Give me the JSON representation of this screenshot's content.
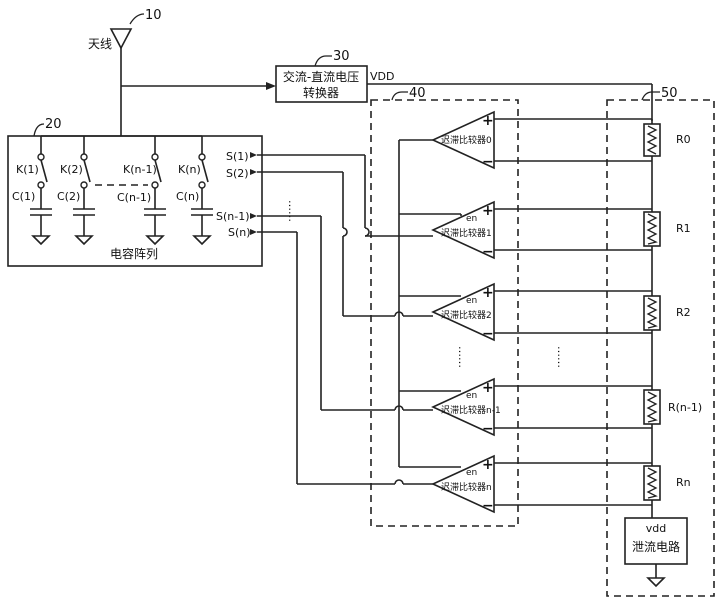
{
  "antenna": {
    "ref": "10",
    "label": "天线"
  },
  "converter": {
    "ref": "30",
    "line1": "交流-直流电压",
    "line2": "转换器",
    "out_label": "VDD"
  },
  "cap_array": {
    "ref": "20",
    "label": "电容阵列",
    "switches": [
      "K(1)",
      "K(2)",
      "K(n-1)",
      "K(n)"
    ],
    "caps": [
      "C(1)",
      "C(2)",
      "C(n-1)",
      "C(n)"
    ],
    "outputs": [
      "S(1)",
      "S(2)",
      "S(n-1)",
      "S(n)"
    ],
    "ellipsis": "……"
  },
  "comparator_block": {
    "ref": "40",
    "comparators": [
      "迟滞比较器0",
      "迟滞比较器1",
      "迟滞比较器2",
      "迟滞比较器n-1",
      "迟滞比较器n"
    ],
    "enable_label": "en",
    "plus": "+",
    "minus": "−"
  },
  "resistor_block": {
    "ref": "50",
    "resistors": [
      "R0",
      "R1",
      "R2",
      "R(n-1)",
      "Rn"
    ],
    "bleeder": {
      "vdd_label": "vdd",
      "label": "泄流电路"
    }
  }
}
